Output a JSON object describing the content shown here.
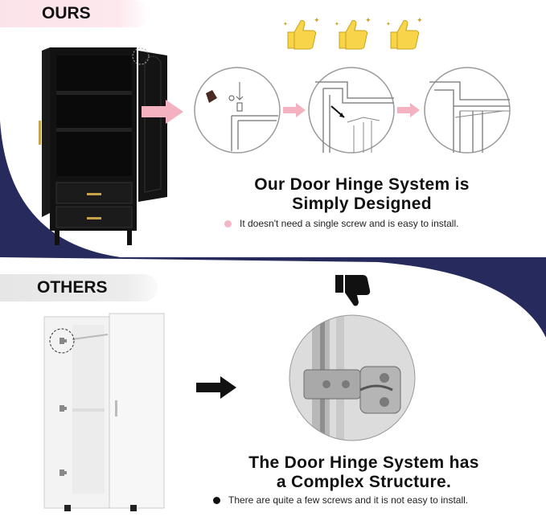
{
  "ours": {
    "label": "OURS",
    "heading_line1": "Our Door Hinge System is",
    "heading_line2": "Simply Designed",
    "note": "It doesn't need a single screw and is easy to install.",
    "thumb_icon": "thumbs-up-icon",
    "note_dot_color": "#f4b6c6"
  },
  "others": {
    "label": "OTHERS",
    "heading_line1": "The Door Hinge System has",
    "heading_line2": "a Complex Structure.",
    "note": "There are quite a few screws and it is not easy to install.",
    "thumb_icon": "thumbs-down-icon",
    "note_dot_color": "#111111"
  },
  "colors": {
    "navy": "#262a5c",
    "pink_pill": "#fbe3e9",
    "gray_pill": "#e6e6e6",
    "thumb_yellow": "#f7d44a",
    "arrow_pink": "#f4b2c0"
  }
}
